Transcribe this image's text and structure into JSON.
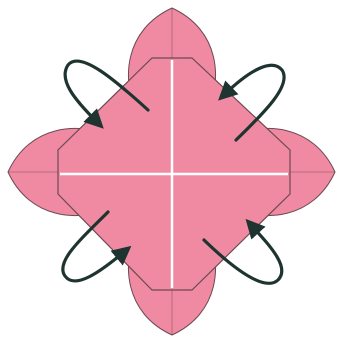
{
  "figure": {
    "subject": "origami-folding-step",
    "colors": {
      "paper_fill": "#f08aa3",
      "paper_fill_light": "#f5a8ba",
      "outline": "#6b4a52",
      "crease": "#ffffff",
      "arrow": "#1e3430",
      "background": "#ffffff"
    },
    "arrows": [
      {
        "name": "fold-arrow-top-left",
        "direction": "fold-in"
      },
      {
        "name": "fold-arrow-top-right",
        "direction": "fold-in"
      },
      {
        "name": "fold-arrow-bottom-left",
        "direction": "fold-in"
      },
      {
        "name": "fold-arrow-bottom-right",
        "direction": "fold-in"
      }
    ]
  }
}
